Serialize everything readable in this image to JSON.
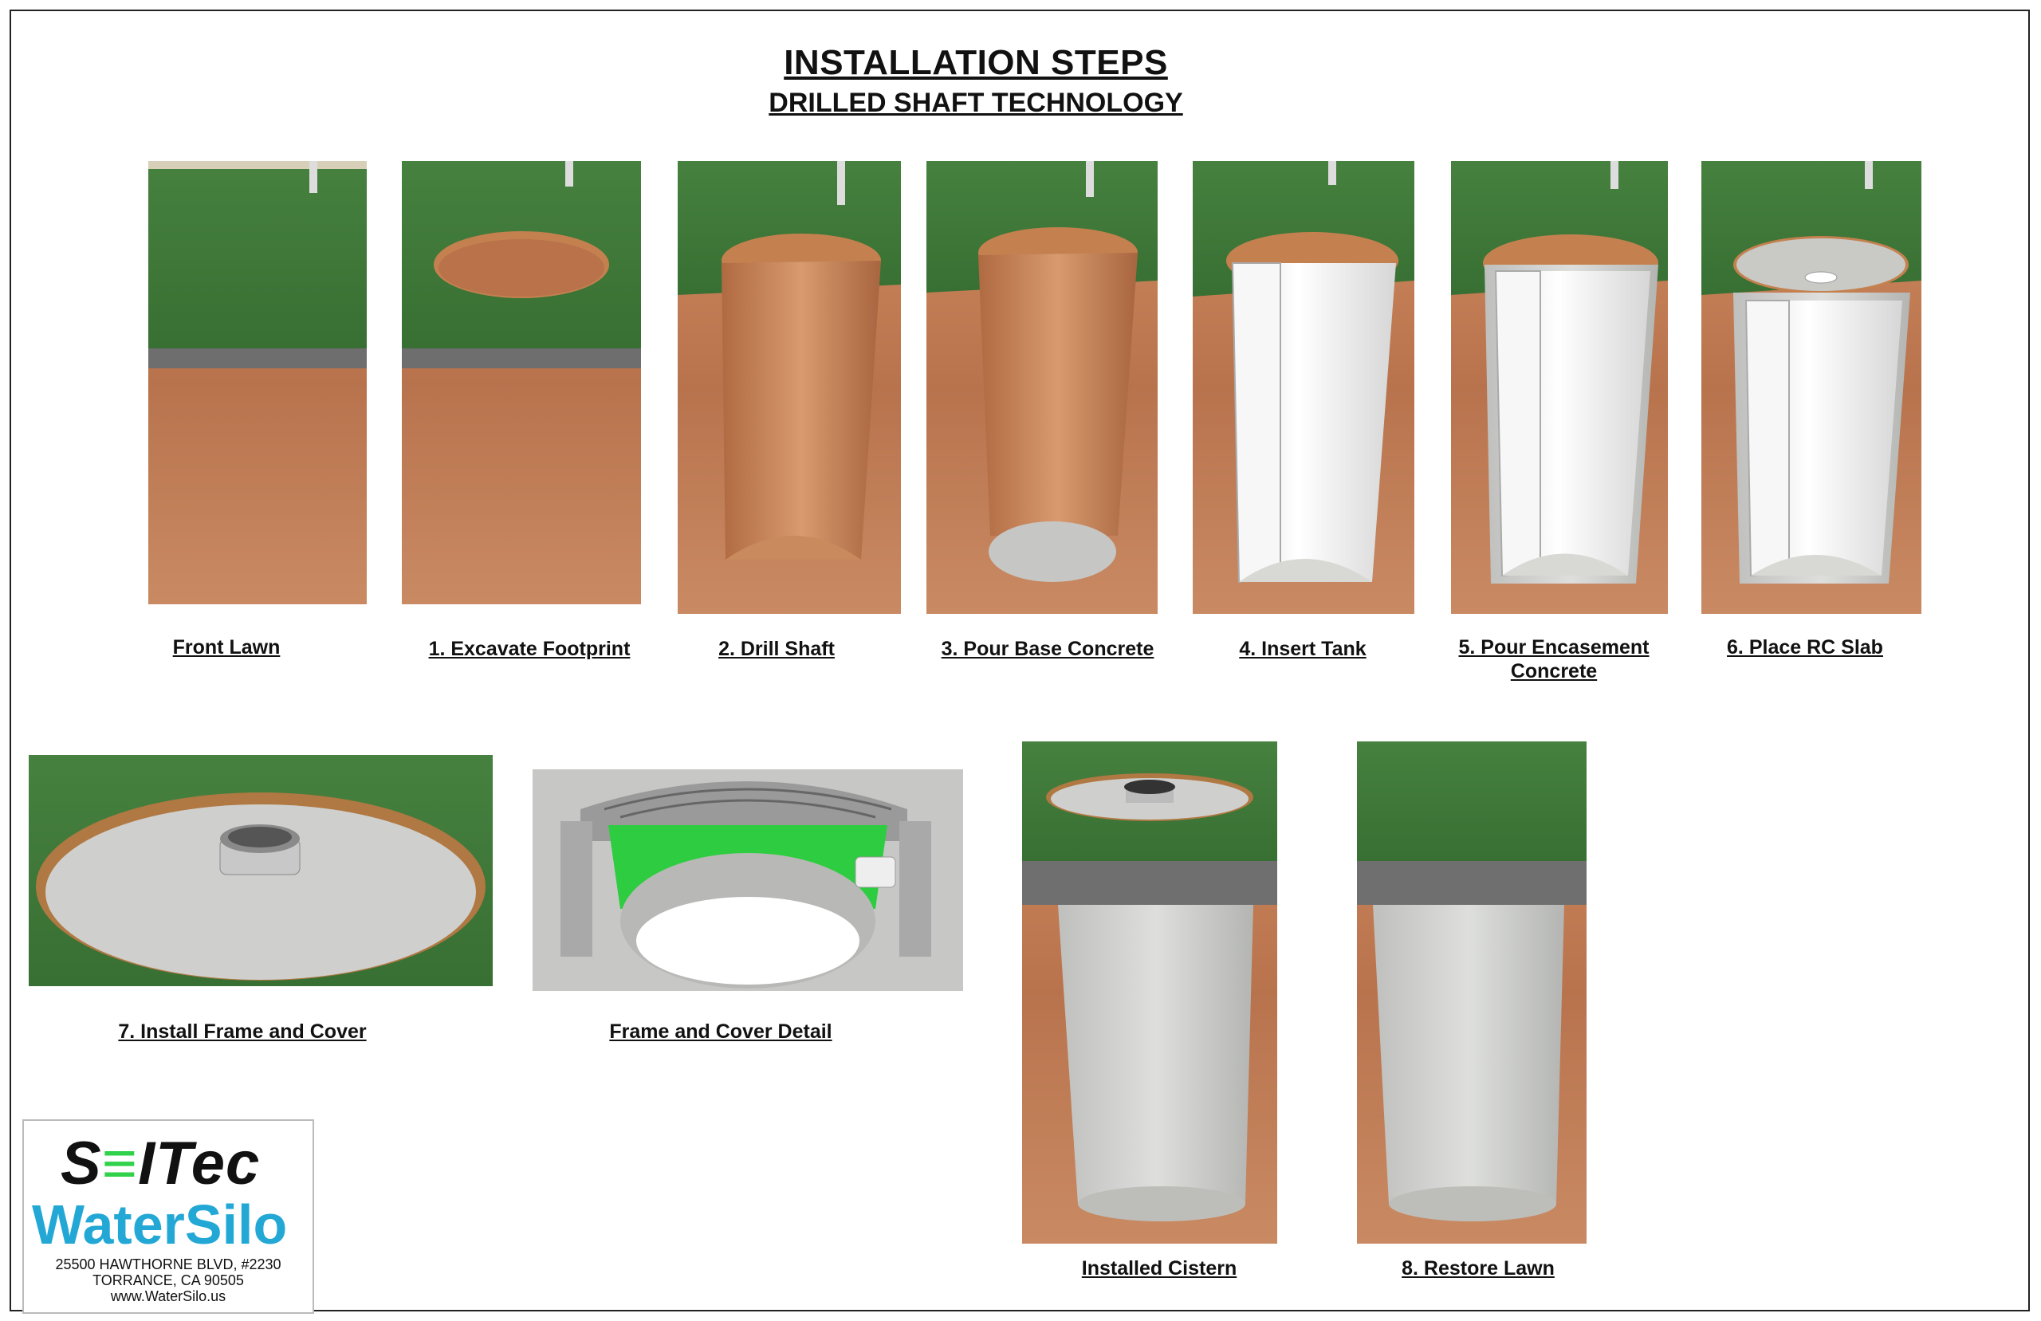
{
  "title": {
    "main": "INSTALLATION STEPS",
    "sub": "DRILLED SHAFT TECHNOLOGY"
  },
  "steps": [
    {
      "id": "front-lawn",
      "label": "Front Lawn"
    },
    {
      "id": "excavate",
      "label": "1. Excavate Footprint"
    },
    {
      "id": "drill",
      "label": "2. Drill Shaft"
    },
    {
      "id": "base",
      "label": "3. Pour Base Concrete"
    },
    {
      "id": "insert",
      "label": "4. Insert Tank"
    },
    {
      "id": "encase",
      "label": "5. Pour Encasement Concrete"
    },
    {
      "id": "slab",
      "label": "6. Place RC Slab"
    },
    {
      "id": "frame",
      "label": "7. Install Frame and Cover"
    },
    {
      "id": "detail",
      "label": "Frame and Cover Detail"
    },
    {
      "id": "installed",
      "label": "Installed Cistern"
    },
    {
      "id": "restore",
      "label": "8. Restore Lawn"
    }
  ],
  "logo": {
    "brand_part1": "S",
    "brand_mark": "≡",
    "brand_part2": "ITec",
    "product": "WaterSilo",
    "address_line1": "25500 HAWTHORNE BLVD, #2230",
    "address_line2": "TORRANCE, CA 90505",
    "website": "www.WaterSilo.us"
  },
  "colors": {
    "grass": "#3f7a3a",
    "soil": "#c97e55",
    "concrete": "#cfd0cd",
    "tank_white": "#f4f4f4",
    "frame_green": "#2ecc40",
    "brand_blue": "#23a8d6",
    "brand_green": "#2fd24a"
  }
}
